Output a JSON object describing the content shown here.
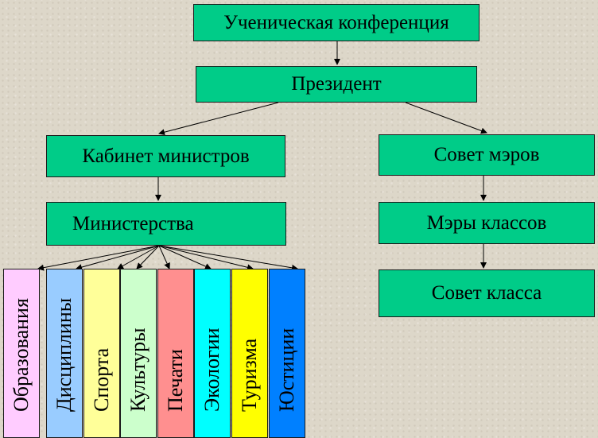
{
  "nodes": {
    "conference": "Ученическая конференция",
    "president": "Президент",
    "cabinet": "Кабинет министров",
    "ministries": "Министерства",
    "mayors_council": "Совет мэров",
    "class_mayors": "Мэры классов",
    "class_council": "Совет класса"
  },
  "ministries": [
    {
      "label": "Образования",
      "color": "#ffccff"
    },
    {
      "label": "Дисциплины",
      "color": "#99ccff"
    },
    {
      "label": "Спорта",
      "color": "#ffff99"
    },
    {
      "label": "Культуры",
      "color": "#ccffcc"
    },
    {
      "label": "Печати",
      "color": "#ff8f8f"
    },
    {
      "label": "Экологии",
      "color": "#00ffff"
    },
    {
      "label": "Туризма",
      "color": "#ffff00"
    },
    {
      "label": "Юстиции",
      "color": "#0080ff"
    }
  ],
  "colors": {
    "box_fill": "#00cc88",
    "background": "#ddd7c9"
  }
}
